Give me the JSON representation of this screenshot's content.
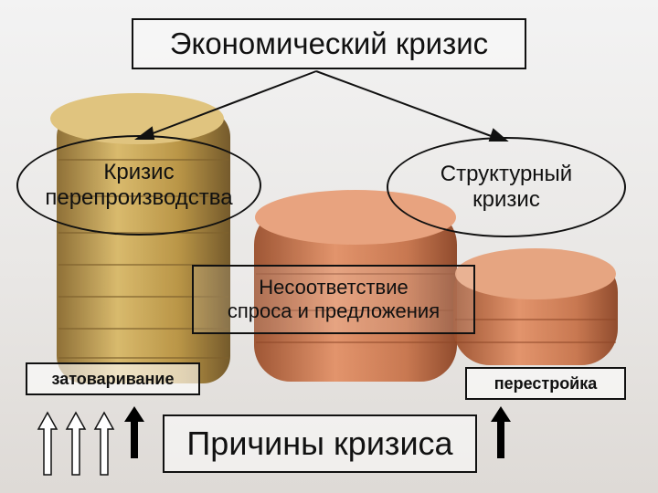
{
  "diagram": {
    "title": "Экономический кризис",
    "left_type": "Кризис перепроизводства",
    "right_type": "Структурный кризис",
    "mismatch": [
      "Несоответствие",
      "спроса и предложения"
    ],
    "left_factor": "затоваривание",
    "right_factor": "перестройка",
    "causes": "Причины кризиса"
  },
  "icons": {
    "hollow_arrows": [
      "arrow-up-icon",
      "arrow-up-icon",
      "arrow-up-icon"
    ],
    "solid_arrows": [
      "arrow-up-icon",
      "arrow-up-icon"
    ]
  },
  "colors": {
    "stroke": "#111111",
    "gold_coins": "#c9a24c",
    "copper_coins": "#c4734a"
  }
}
